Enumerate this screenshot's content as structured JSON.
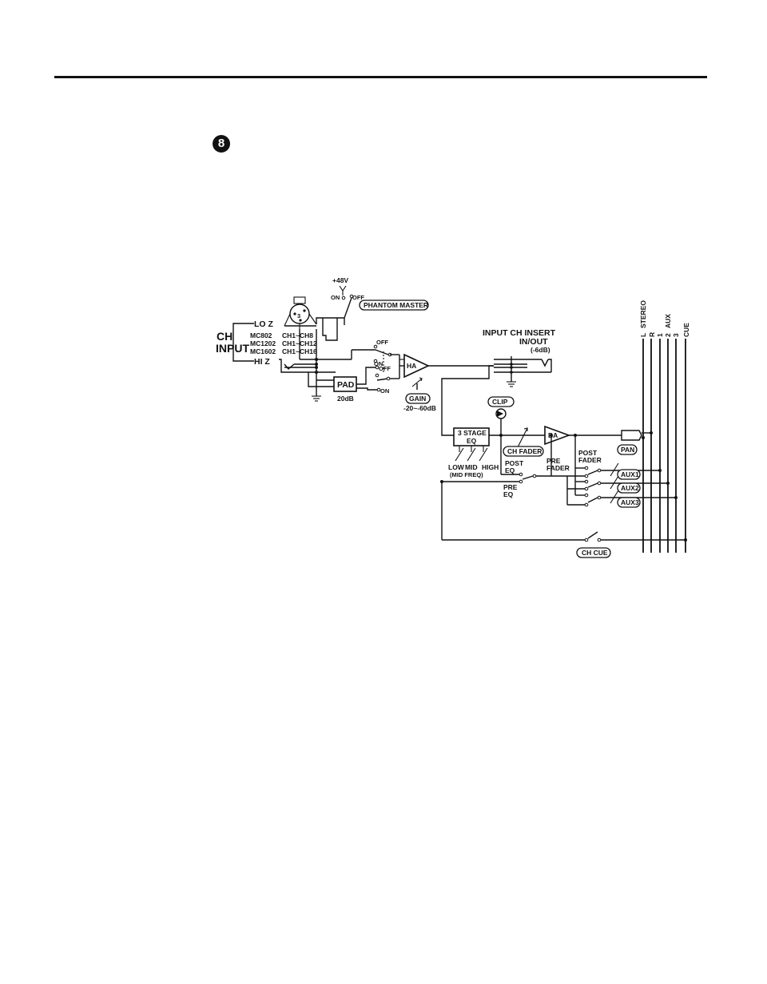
{
  "page": {
    "step_marker": "8"
  },
  "diagram": {
    "ch_input": {
      "line1": "CH",
      "line2": "INPUT",
      "lo_z": "LO Z",
      "hi_z": "HI Z"
    },
    "models": [
      {
        "model": "MC802",
        "channels": "CH1~CH8"
      },
      {
        "model": "MC1202",
        "channels": "CH1~CH12"
      },
      {
        "model": "MC1602",
        "channels": "CH1~CH16"
      }
    ],
    "phantom": {
      "voltage": "+48V",
      "on": "ON",
      "off": "OFF",
      "label": "PHANTOM MASTER"
    },
    "pad": {
      "label": "PAD",
      "value": "20dB",
      "on": "ON",
      "off": "OFF"
    },
    "switch_top": {
      "off": "OFF",
      "on": "ON"
    },
    "head_amp": {
      "label": "HA",
      "gain": "GAIN",
      "range": "-20~-60dB"
    },
    "insert": {
      "line1": "INPUT CH INSERT",
      "line2": "IN/OUT",
      "level": "(-6dB)"
    },
    "clip": "CLIP",
    "eq": {
      "line1": "3 STAGE",
      "line2": "EQ",
      "low": "LOW",
      "mid": "MID",
      "high": "HIGH",
      "mid_freq": "(MID FREQ)"
    },
    "ch_fader": "CH FADER",
    "booster": "BA",
    "pan": "PAN",
    "taps": {
      "post_eq_1": "POST",
      "post_eq_2": "EQ",
      "pre_eq_1": "PRE",
      "pre_eq_2": "EQ",
      "pre_fader_1": "PRE",
      "pre_fader_2": "FADER",
      "post_fader_1": "POST",
      "post_fader_2": "FADER"
    },
    "aux_sends": [
      "AUX1",
      "AUX2",
      "AUX3"
    ],
    "ch_cue": "CH CUE",
    "buses": {
      "stereo": "STEREO",
      "l": "L",
      "r": "R",
      "aux": "AUX",
      "aux1": "1",
      "aux2": "2",
      "aux3": "3",
      "cue": "CUE"
    }
  }
}
